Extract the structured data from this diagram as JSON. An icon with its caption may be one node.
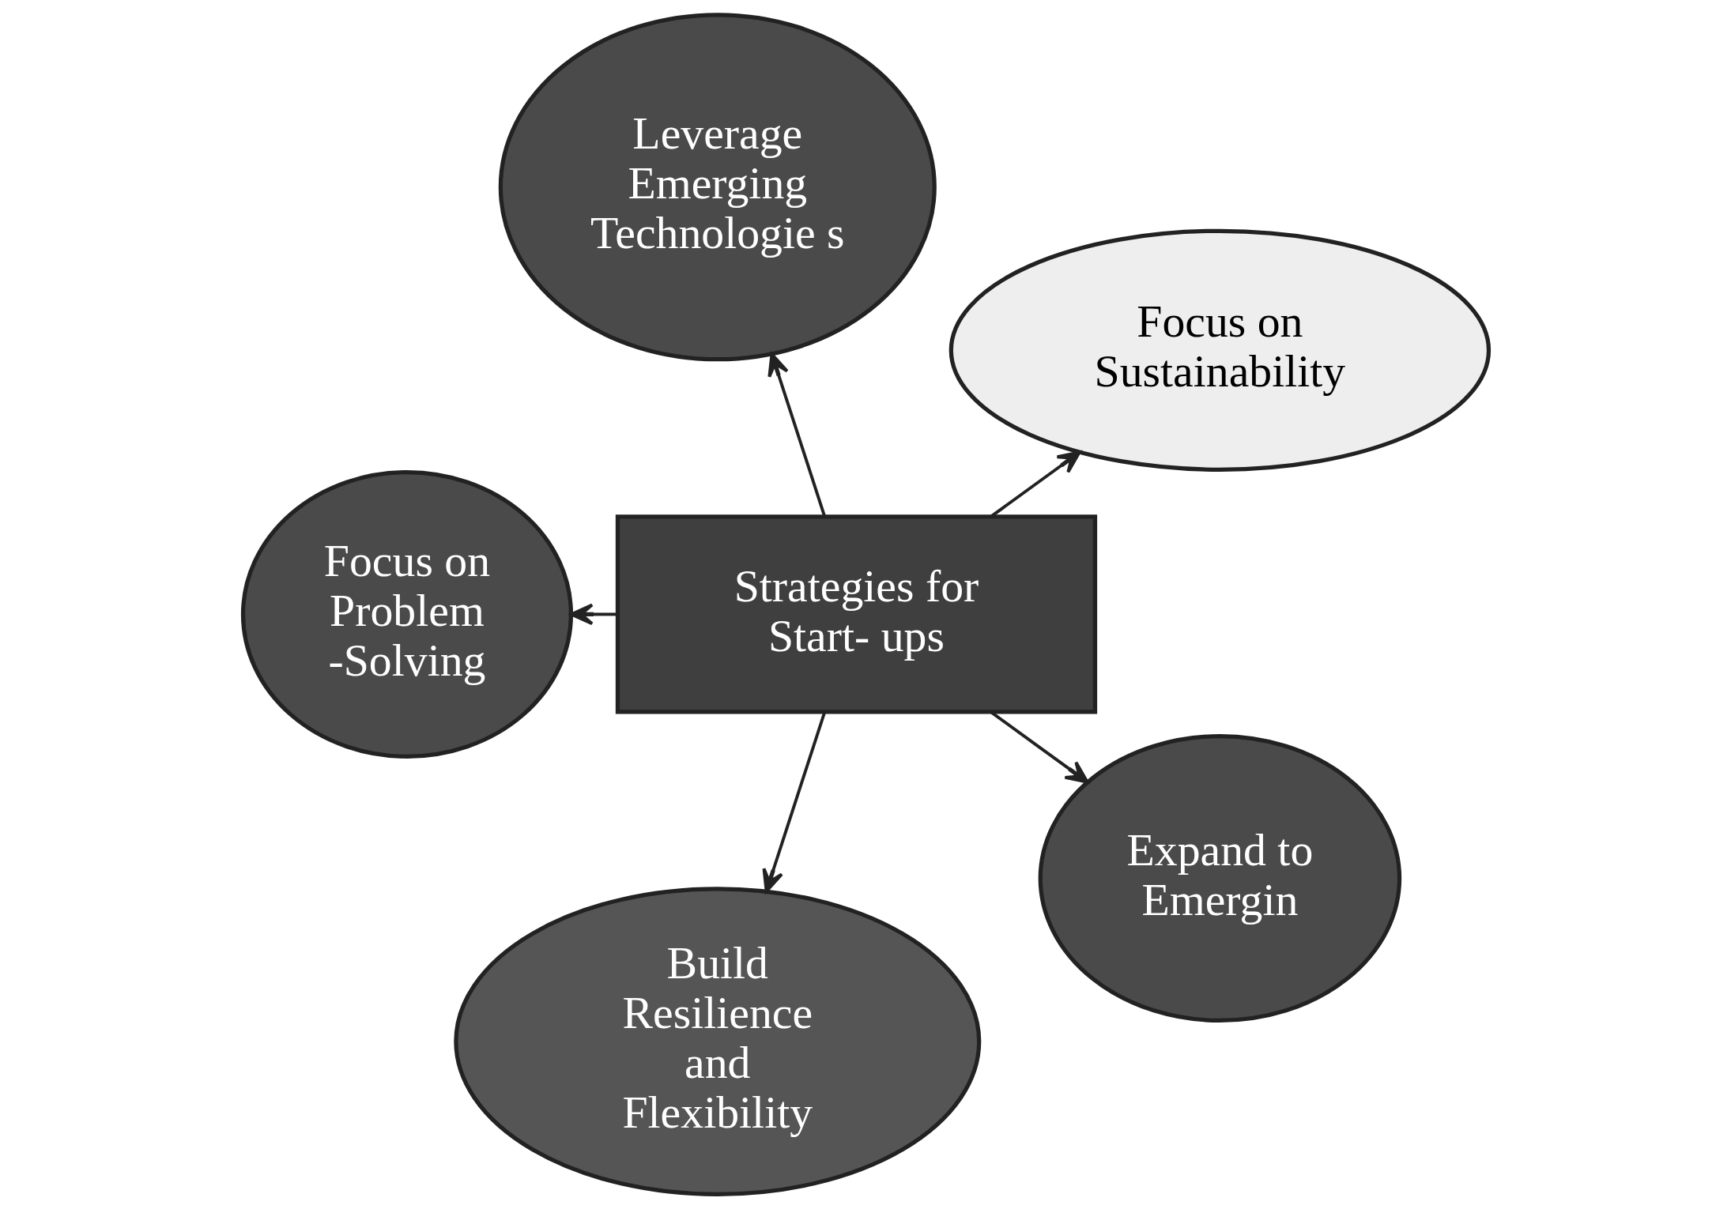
{
  "diagram": {
    "nodes": [
      {
        "text": [
          "Strategies for Start- ups"
        ]
      },
      {
        "text": [
          "Focus on Sustainability"
        ]
      },
      {
        "text": [
          "Leverage Emerging Technologie s"
        ]
      },
      {
        "text": [
          "Focus on Problem -Solving"
        ]
      },
      {
        "text": [
          "Build Resilience and Flexibility"
        ]
      },
      {
        "text": [
          "Expand to Emergin"
        ]
      }
    ],
    "edges": [
      {
        "from": 0,
        "to": 1,
        "arrow": "to"
      },
      {
        "from": 0,
        "to": 2,
        "arrow": "to"
      },
      {
        "from": 0,
        "to": 3,
        "arrow": "to"
      },
      {
        "from": 0,
        "to": 4,
        "arrow": "to"
      },
      {
        "from": 0,
        "to": 5,
        "arrow": "to"
      }
    ]
  }
}
